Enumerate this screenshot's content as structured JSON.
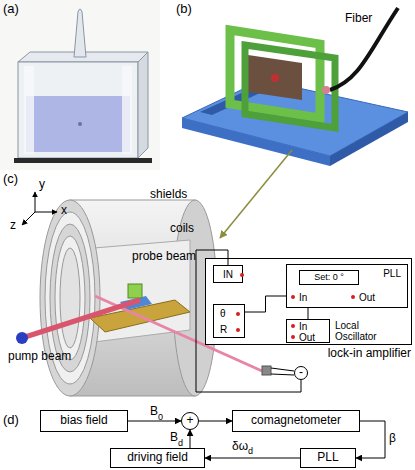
{
  "diagram": {
    "nodes": [
      {
        "text": [
          "lock-in amplifier"
        ]
      },
      {
        "text": [
          "IN"
        ],
        "in": 0
      },
      {
        "text": [
          "PLL",
          "In",
          "Out"
        ],
        "in": 0
      },
      {
        "text": [
          "Set: 0 °"
        ],
        "in": 2
      },
      {
        "text": [
          "θ",
          "R"
        ],
        "in": 0
      },
      {
        "text": [
          "In",
          "Out",
          "Local Oscillator"
        ],
        "in": 0
      },
      {
        "text": [
          "-"
        ]
      },
      {
        "text": [
          "bias field"
        ]
      },
      {
        "text": [
          "+"
        ]
      },
      {
        "text": [
          "comagnetometer"
        ]
      },
      {
        "text": [
          "PLL"
        ]
      },
      {
        "text": [
          "driving field"
        ]
      }
    ],
    "edges": [
      {
        "from": 6,
        "to": 1,
        "arrow": "none"
      },
      {
        "from": 4,
        "to": 2,
        "arrow": "none"
      },
      {
        "from": 2,
        "to": 5,
        "arrow": "none"
      },
      {
        "from": 7,
        "to": 8,
        "label": "B",
        "arrow": "to"
      },
      {
        "from": 8,
        "to": 9,
        "arrow": "to"
      },
      {
        "from": 9,
        "to": 10,
        "label": "β",
        "arrow": "to"
      },
      {
        "from": 10,
        "to": 11,
        "label": "δω",
        "arrow": "to"
      },
      {
        "from": 11,
        "to": 8,
        "label": "B",
        "arrow": "to"
      }
    ],
    "labels": [
      "(a)",
      "(b)",
      "Fiber",
      "(c)",
      "y",
      "x",
      "z",
      "shields",
      "coils",
      "probe beam",
      "pump beam",
      "(d)",
      "0",
      "d",
      "d"
    ]
  }
}
